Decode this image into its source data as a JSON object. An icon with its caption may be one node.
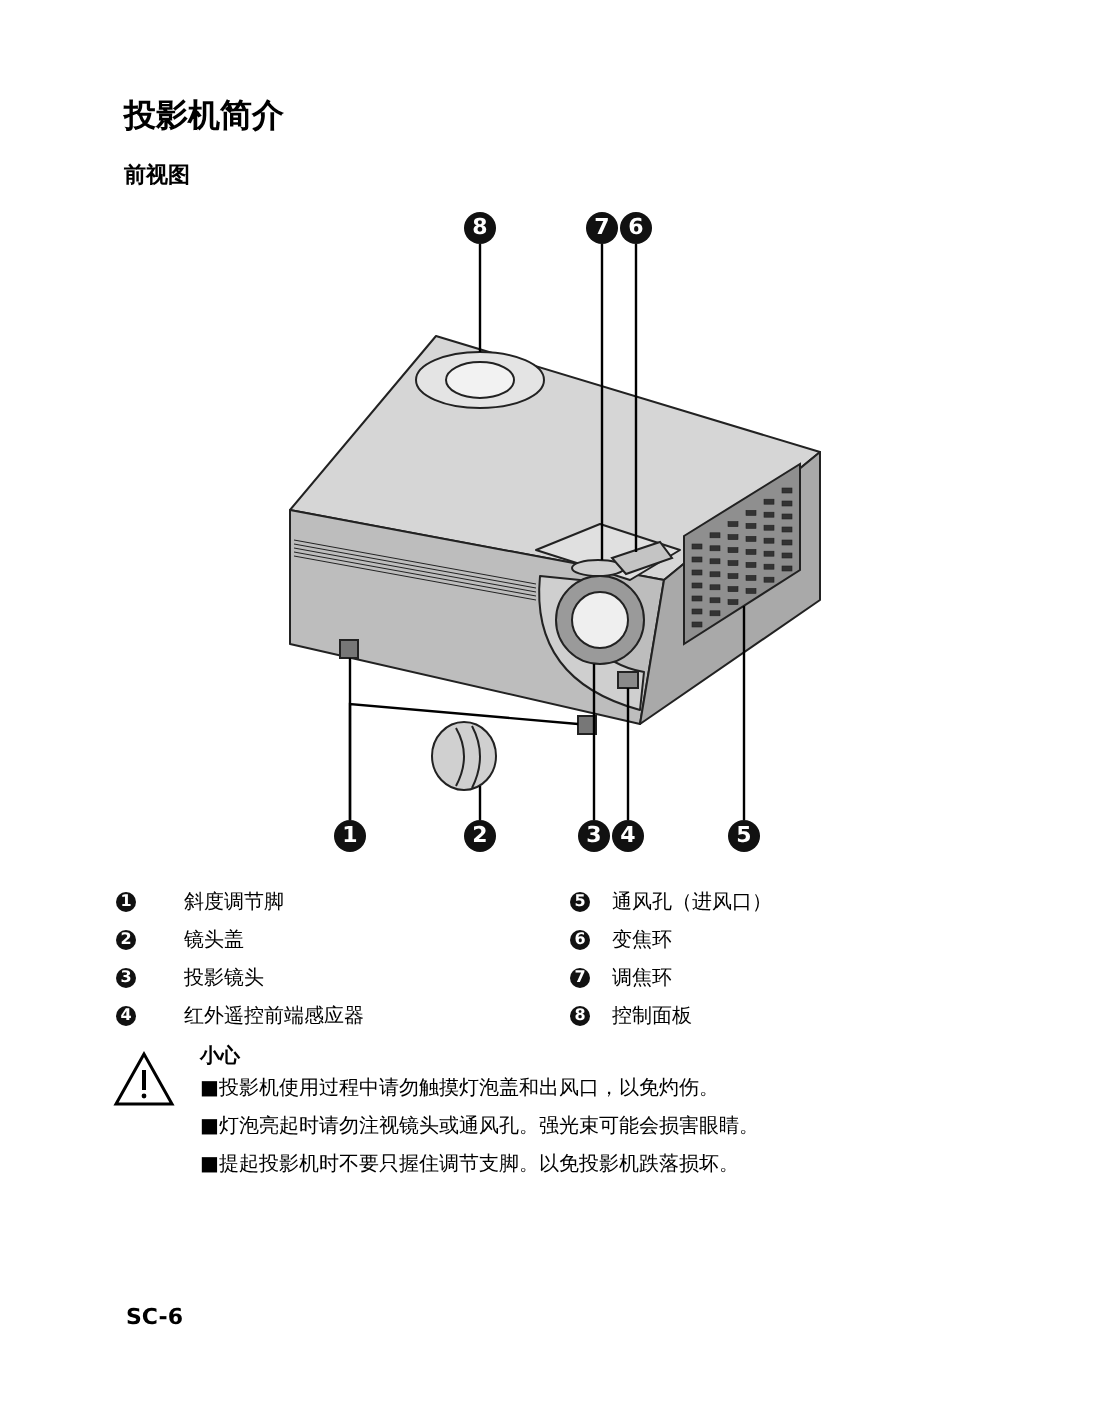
{
  "diagram": {
    "title": "投影机简介",
    "nodes": [
      {
        "text": [
          "8"
        ]
      },
      {
        "text": [
          "7"
        ]
      },
      {
        "text": [
          "6"
        ]
      },
      {
        "text": [
          "1"
        ]
      },
      {
        "text": [
          "2"
        ]
      },
      {
        "text": [
          "3"
        ]
      },
      {
        "text": [
          "4"
        ]
      },
      {
        "text": [
          "5"
        ]
      },
      {
        "text": [],
        "shape": "picture"
      },
      {
        "text": [],
        "shape": "circle"
      },
      {
        "text": [],
        "shape": "picture"
      },
      {
        "text": [],
        "shape": "box"
      },
      {
        "text": [],
        "shape": "box"
      },
      {
        "text": [],
        "shape": "picture"
      },
      {
        "text": [],
        "shape": "picture"
      },
      {
        "text": [],
        "shape": "box"
      },
      {
        "text": [],
        "shape": "picture"
      }
    ],
    "edges": [
      {
        "from": 0,
        "to": 8,
        "arrow": "none"
      },
      {
        "from": 1,
        "to": 9,
        "arrow": "none"
      },
      {
        "from": 2,
        "to": 10,
        "arrow": "none"
      },
      {
        "from": 3,
        "to": 11,
        "arrow": "none"
      },
      {
        "from": 3,
        "to": 12,
        "arrow": "none"
      },
      {
        "from": 4,
        "to": 13,
        "arrow": "none"
      },
      {
        "from": 5,
        "to": 14,
        "arrow": "none"
      },
      {
        "from": 6,
        "to": 15,
        "arrow": "none"
      },
      {
        "from": 7,
        "to": 16,
        "arrow": "none"
      }
    ],
    "labels": [
      "前视图",
      "1",
      "斜度调节脚",
      "5",
      "通风孔（进风口）",
      "2",
      "镜头盖",
      "6",
      "变焦环",
      "3",
      "投影镜头",
      "7",
      "调焦环",
      "4",
      "红外遥控前端感应器",
      "8",
      "控制面板",
      "小心",
      "■投影机使用过程中请勿触摸灯泡盖和出风口，以免灼伤。",
      "■灯泡亮起时请勿注视镜头或通风孔。强光束可能会损害眼睛。",
      "■提起投影机时不要只握住调节支脚。以免投影机跌落损坏。",
      "SC-6"
    ]
  }
}
